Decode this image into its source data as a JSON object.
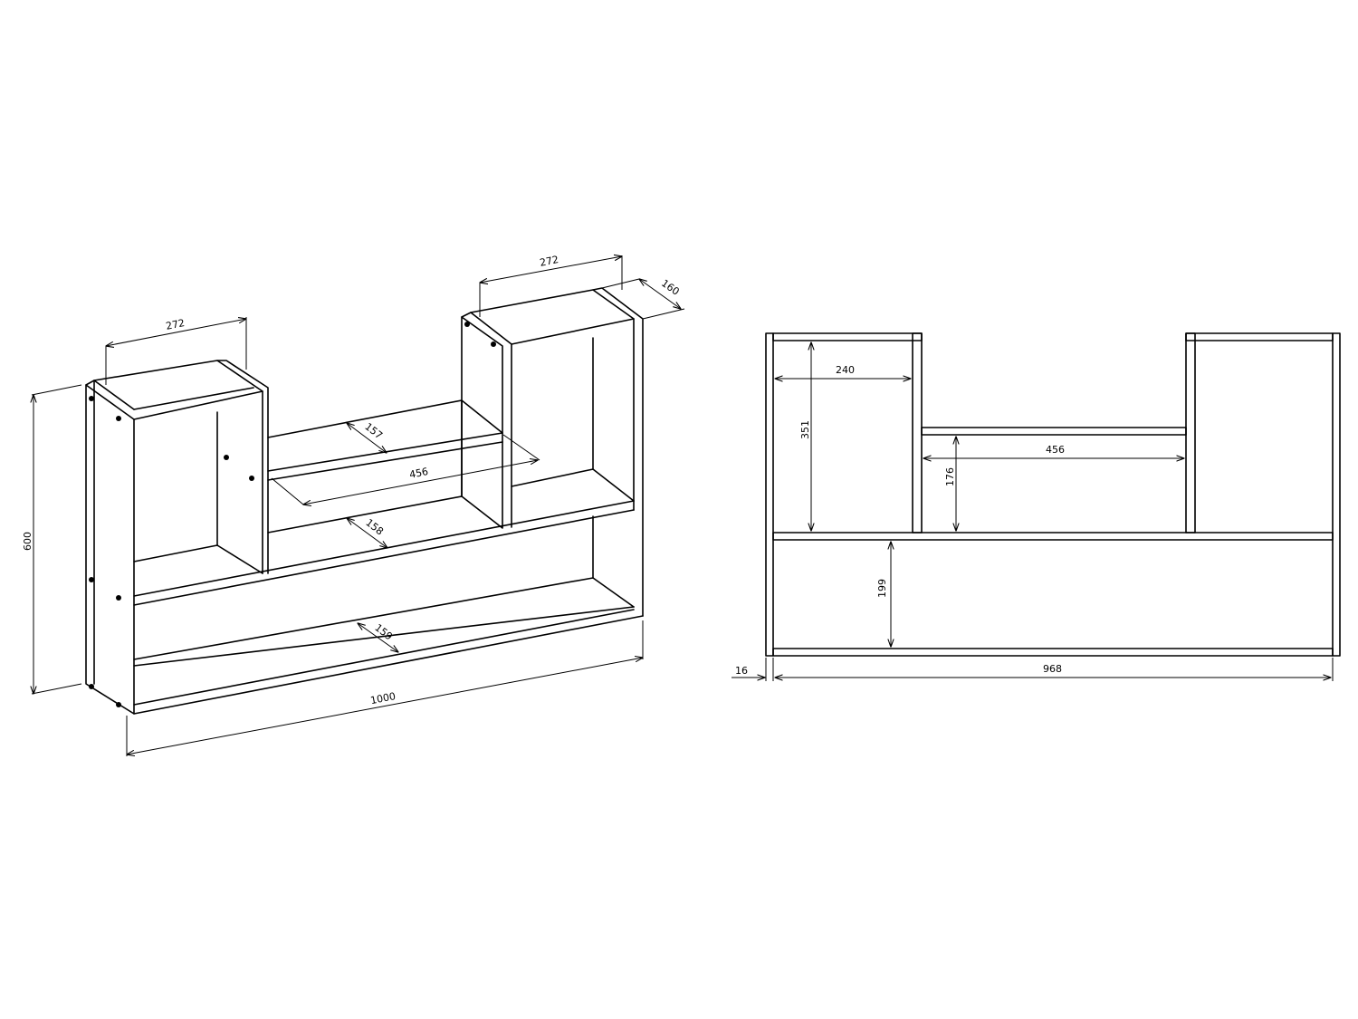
{
  "isometric_view": {
    "dims": {
      "top_left_width": "272",
      "top_right_width": "272",
      "depth": "160",
      "height": "600",
      "total_width": "1000",
      "shelf_depth_upper": "157",
      "middle_span": "456",
      "shelf_depth_middle": "158",
      "shelf_depth_lower": "159"
    }
  },
  "front_view": {
    "dims": {
      "compartment_width": "240",
      "upper_height": "351",
      "middle_span": "456",
      "middle_height": "176",
      "lower_height": "199",
      "panel_thickness": "16",
      "inner_width": "968"
    }
  }
}
